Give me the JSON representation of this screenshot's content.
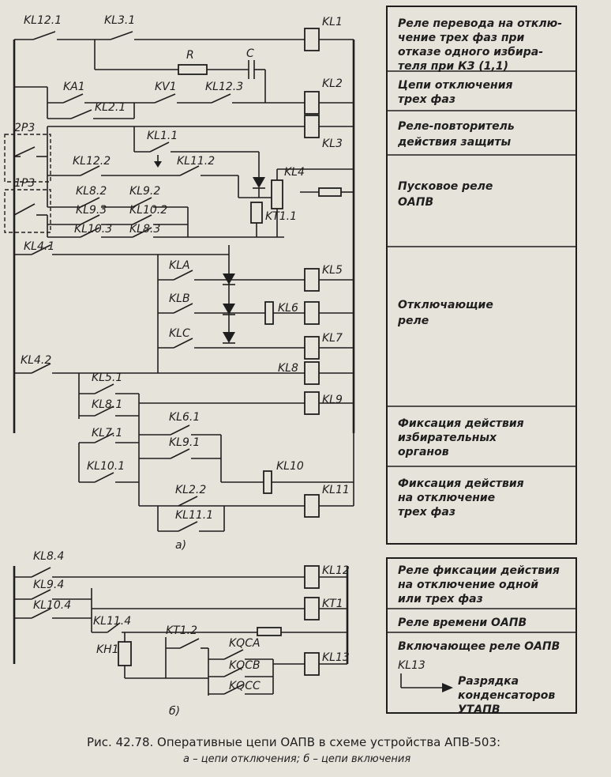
{
  "labels": {
    "kl12_1": "KL12.1",
    "kl3_1": "KL3.1",
    "kl1": "KL1",
    "r": "R",
    "c": "C",
    "kl2": "KL2",
    "ka1": "KA1",
    "kv1": "KV1",
    "kl12_3": "KL12.3",
    "kl2_1": "KL2.1",
    "sw2p3": "2P3",
    "kl3": "KL3",
    "kl1_1": "KL1.1",
    "kl12_2": "KL12.2",
    "kl11_2": "KL11.2",
    "kl4": "KL4",
    "sw1p3": "1P3",
    "kl8_2": "KL8.2",
    "kl9_2": "KL9.2",
    "kt1_1": "KT1.1",
    "kl9_3": "KL9.3",
    "kl10_2": "KL10.2",
    "kl10_3": "KL10.3",
    "kl8_3": "KL8.3",
    "kl4_1": "KL4.1",
    "kla": "KLA",
    "kl5": "KL5",
    "klb": "KLB",
    "kl6": "KL6",
    "klc": "KLC",
    "kl7": "KL7",
    "kl4_2": "KL4.2",
    "kl8": "KL8",
    "kl5_1": "KL5.1",
    "kl8_1": "KL8.1",
    "kl9": "KL9",
    "kl6_1": "KL6.1",
    "kl9_1": "KL9.1",
    "kl7_1": "KL7.1",
    "kl10": "KL10",
    "kl10_1": "KL10.1",
    "kl11": "KL11",
    "kl2_2": "KL2.2",
    "kl11_1": "KL11.1",
    "part_a": "а)",
    "kl8_4": "KL8.4",
    "kl12": "KL12",
    "kl9_4": "KL9.4",
    "kt1": "KT1",
    "kl10_4": "KL10.4",
    "kl11_4": "KL11.4",
    "kh1": "KH1",
    "kt1_2": "KT1.2",
    "kl13": "KL13",
    "kqca": "KQCA",
    "kqcb": "KQCB",
    "kqcc": "KQCC",
    "part_b": "б)",
    "kl13_note": "KL13"
  },
  "blocks_a": [
    {
      "lines": [
        "Реле перевода на отклю-",
        "чение трех фаз при",
        "отказе одного избира-",
        "теля при КЗ (1,1)"
      ]
    },
    {
      "lines": [
        "Цепи отключения",
        "трех фаз"
      ]
    },
    {
      "lines": [
        "Реле-повторитель",
        "действия защиты"
      ]
    },
    {
      "lines": [
        "Пусковое реле",
        "ОАПВ"
      ]
    },
    {
      "lines": [
        "Отключающие",
        "реле"
      ]
    },
    {
      "lines": [
        "Фиксация действия",
        "избирательных",
        "органов"
      ]
    },
    {
      "lines": [
        "Фиксация действия",
        "на отключение",
        "трех фаз"
      ]
    }
  ],
  "blocks_b": [
    {
      "lines": [
        "Реле фиксации действия",
        "на отключение одной",
        "или трех фаз"
      ]
    },
    {
      "lines": [
        "Реле времени ОАПВ"
      ]
    },
    {
      "lines": [
        "Включающее реле ОАПВ"
      ]
    }
  ],
  "note_lines": [
    "Разрядка",
    "конденсаторов",
    "УТАПВ"
  ],
  "caption": {
    "line1": "Рис. 42.78. Оперативные цепи ОАПВ в схеме устройства АПВ-503:",
    "line2": "а – цепи отключения; б – цепи включения"
  },
  "colors": {
    "background": "#e6e3da",
    "ink": "#1e1e1e"
  }
}
